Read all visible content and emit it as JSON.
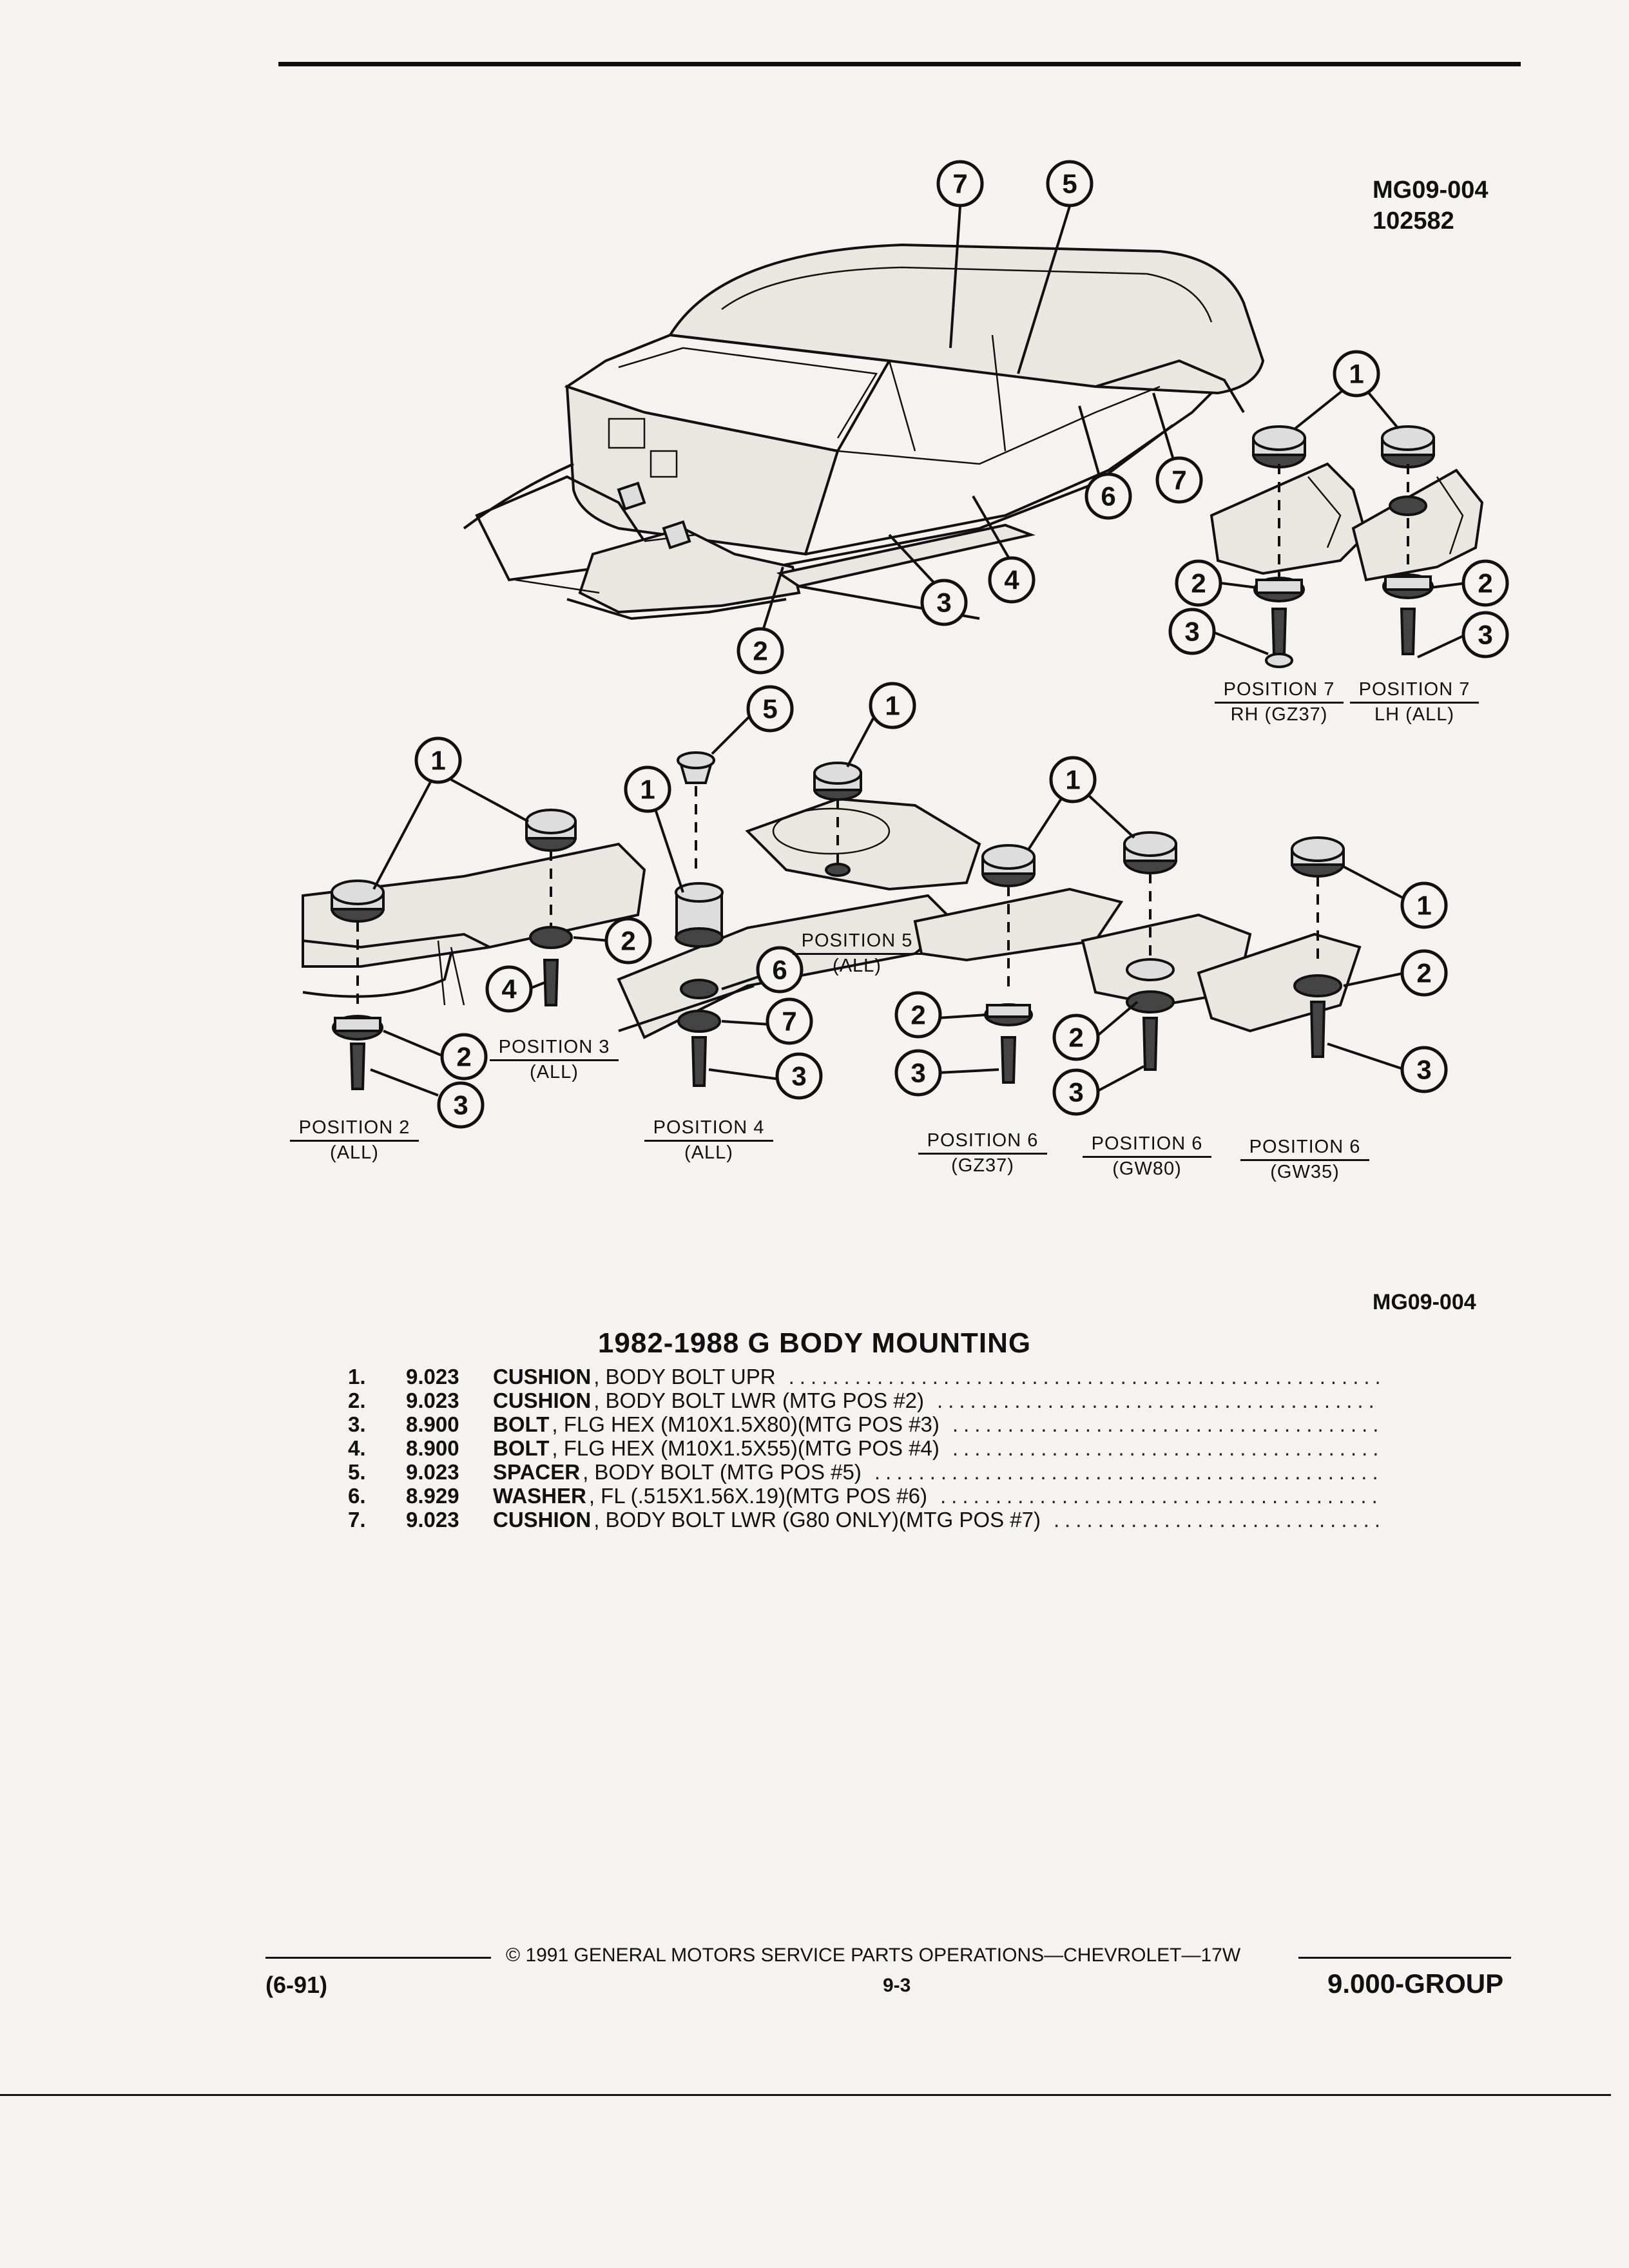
{
  "diagram": {
    "code_top": "MG09-004",
    "date_code": "102582",
    "code_bottom": "MG09-004",
    "positions": [
      {
        "title": "POSITION 7",
        "sub": "RH (GZ37)"
      },
      {
        "title": "POSITION 7",
        "sub": "LH (ALL)"
      },
      {
        "title": "POSITION 5",
        "sub": "(ALL)"
      },
      {
        "title": "POSITION 3",
        "sub": "(ALL)"
      },
      {
        "title": "POSITION 2",
        "sub": "(ALL)"
      },
      {
        "title": "POSITION 4",
        "sub": "(ALL)"
      },
      {
        "title": "POSITION 6",
        "sub": "(GZ37)"
      },
      {
        "title": "POSITION 6",
        "sub": "(GW80)"
      },
      {
        "title": "POSITION 6",
        "sub": "(GW35)"
      }
    ],
    "callouts": [
      "1",
      "2",
      "3",
      "4",
      "5",
      "6",
      "7"
    ]
  },
  "parts": {
    "title": "1982-1988 G BODY MOUNTING",
    "items": [
      {
        "num": "1.",
        "code": "9.023",
        "name": "CUSHION",
        "desc": ", BODY BOLT UPR"
      },
      {
        "num": "2.",
        "code": "9.023",
        "name": "CUSHION",
        "desc": ", BODY BOLT LWR (MTG POS #2)"
      },
      {
        "num": "3.",
        "code": "8.900",
        "name": "BOLT",
        "desc": ", FLG HEX (M10X1.5X80)(MTG POS #3)"
      },
      {
        "num": "4.",
        "code": "8.900",
        "name": "BOLT",
        "desc": ", FLG HEX (M10X1.5X55)(MTG POS #4)"
      },
      {
        "num": "5.",
        "code": "9.023",
        "name": "SPACER",
        "desc": ", BODY BOLT (MTG POS #5)"
      },
      {
        "num": "6.",
        "code": "8.929",
        "name": "WASHER",
        "desc": ", FL (.515X1.56X.19)(MTG POS #6)"
      },
      {
        "num": "7.",
        "code": "9.023",
        "name": "CUSHION",
        "desc": ", BODY BOLT LWR (G80 ONLY)(MTG POS #7)"
      }
    ]
  },
  "footer": {
    "date": "(6-91)",
    "copyright": "© 1991 GENERAL MOTORS SERVICE PARTS OPERATIONS—CHEVROLET—17W",
    "page": "9-3",
    "group": "9.000-GROUP"
  }
}
